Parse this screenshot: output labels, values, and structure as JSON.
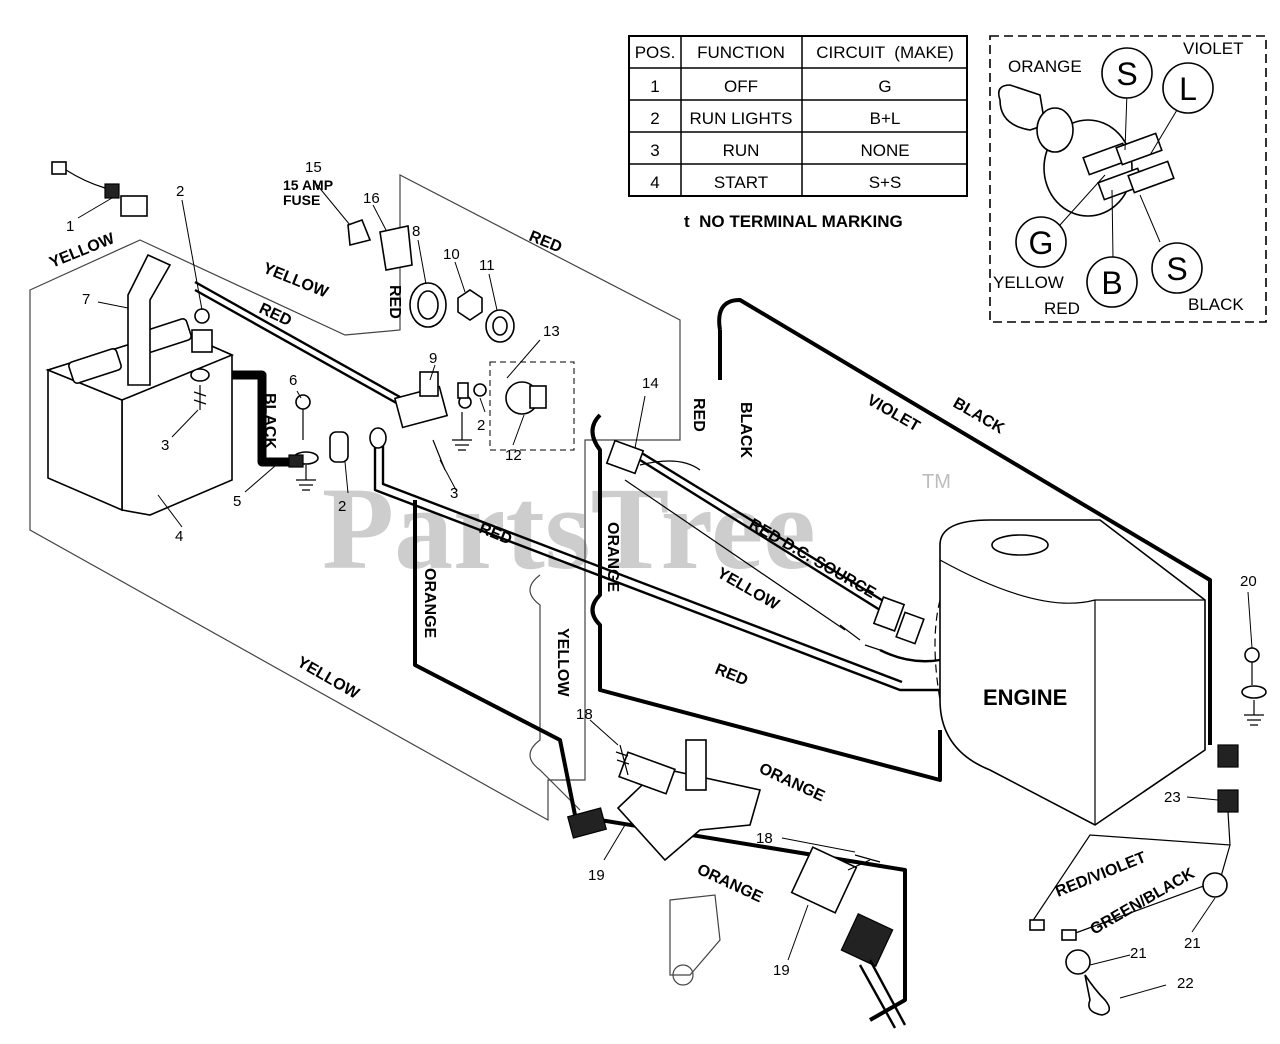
{
  "table": {
    "headers": [
      "POS.",
      "FUNCTION",
      "CIRCUIT  (MAKE)"
    ],
    "rows": [
      [
        "1",
        "OFF",
        "G"
      ],
      [
        "2",
        "RUN LIGHTS",
        "B+L"
      ],
      [
        "3",
        "RUN",
        "NONE"
      ],
      [
        "4",
        "START",
        "S+S"
      ]
    ],
    "note": "t  NO TERMINAL MARKING"
  },
  "switch_detail": {
    "terminals": {
      "s_top": "S",
      "l": "L",
      "g": "G",
      "b": "B",
      "s_bottom": "S"
    },
    "colors": {
      "orange": "ORANGE",
      "violet": "VIOLET",
      "yellow": "YELLOW",
      "red": "RED",
      "black": "BLACK"
    }
  },
  "wire_labels": {
    "yellow_1": "YELLOW",
    "yellow_2": "YELLOW",
    "yellow_3": "YELLOW",
    "yellow_4": "YELLOW",
    "yellow_5": "YELLOW",
    "red_1": "RED",
    "red_2": "RED",
    "red_3": "RED",
    "red_4": "RED",
    "red_5": "RED",
    "red_6": "RED",
    "black_1": "BLACK",
    "black_2": "BLACK",
    "black_3": "BLACK",
    "violet_1": "VIOLET",
    "orange_1": "ORANGE",
    "orange_2": "ORANGE",
    "orange_3": "ORANGE",
    "orange_4": "ORANGE",
    "red_dc": "RED  D.C. SOURCE",
    "red_violet": "RED/VIOLET",
    "green_black": "GREEN/BLACK"
  },
  "engine_label": "ENGINE",
  "fuse_label": {
    "line1": "15 AMP",
    "line2": "FUSE"
  },
  "watermark": "PartsTree",
  "trademark": "TM",
  "callouts": {
    "c1": "1",
    "c2a": "2",
    "c2b": "2",
    "c2c": "2",
    "c3a": "3",
    "c3b": "3",
    "c4": "4",
    "c5": "5",
    "c6": "6",
    "c7": "7",
    "c8": "8",
    "c9": "9",
    "c10": "10",
    "c11": "11",
    "c12": "12",
    "c13": "13",
    "c14": "14",
    "c15": "15",
    "c16": "16",
    "c18a": "18",
    "c18b": "18",
    "c19a": "19",
    "c19b": "19",
    "c20": "20",
    "c21a": "21",
    "c21b": "21",
    "c22": "22",
    "c23": "23"
  },
  "colors": {
    "line": "#000000",
    "watermark": "#bdbdbd"
  }
}
